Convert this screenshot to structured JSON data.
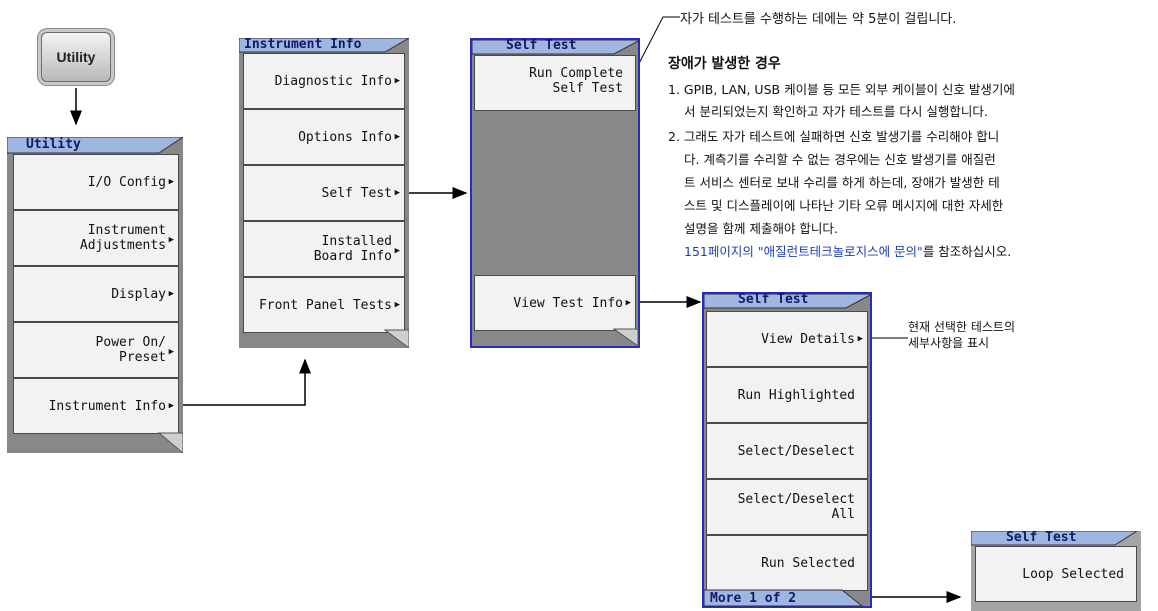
{
  "hardkey": {
    "label": "Utility"
  },
  "utility_menu": {
    "title": "Utility",
    "keys": [
      {
        "label": "I/O Config"
      },
      {
        "label": "Instrument\nAdjustments"
      },
      {
        "label": "Display"
      },
      {
        "label": "Power On/\nPreset"
      },
      {
        "label": "Instrument Info"
      }
    ]
  },
  "instrument_info_menu": {
    "title": "Instrument Info",
    "keys": [
      {
        "label": "Diagnostic Info"
      },
      {
        "label": "Options Info"
      },
      {
        "label": "Self Test"
      },
      {
        "label": "Installed\nBoard Info"
      },
      {
        "label": "Front Panel Tests"
      }
    ]
  },
  "self_test_menu": {
    "title": "Self Test",
    "keys": [
      {
        "label": "Run Complete\nSelf Test"
      },
      {
        "label": "View Test Info"
      }
    ]
  },
  "self_test_menu_2": {
    "title": "Self Test",
    "keys": [
      {
        "label": "View Details"
      },
      {
        "label": "Run Highlighted"
      },
      {
        "label": "Select/Deselect"
      },
      {
        "label": "Select/Deselect\nAll"
      },
      {
        "label": "Run Selected"
      }
    ],
    "more": "More 1 of 2"
  },
  "self_test_menu_3": {
    "title": "Self Test",
    "keys": [
      {
        "label": "Loop Selected"
      }
    ]
  },
  "notes": {
    "duration": "자가 테스트를 수행하는 데에는 약 5분이 걸립니다.",
    "failure_heading": "장애가 발생한 경우",
    "step1_line1": "1.  GPIB, LAN, USB 케이블 등 모든 외부 케이블이 신호 발생기에",
    "step1_line2": "서 분리되었는지 확인하고 자가 테스트를 다시 실행합니다.",
    "step2_line1": "2.  그래도 자가 테스트에 실패하면 신호 발생기를 수리해야 합니",
    "step2_line2": "다. 계측기를 수리할 수 없는 경우에는 신호 발생기를 애질런",
    "step2_line3": "트 서비스 센터로 보내 수리를 하게 하는데, 장애가 발생한 테",
    "step2_line4": "스트 및 디스플레이에 나타난 기타 오류 메시지에 대한 자세한",
    "step2_line5": "설명을 함께 제출해야 합니다.",
    "reference_link": "151페이지의 \"애질런트테크놀로지스에 문의\"",
    "reference_suffix": "를 참조하십시오.",
    "view_details_line1": "현재 선택한 테스트의",
    "view_details_line2": "세부사항을 표시"
  }
}
